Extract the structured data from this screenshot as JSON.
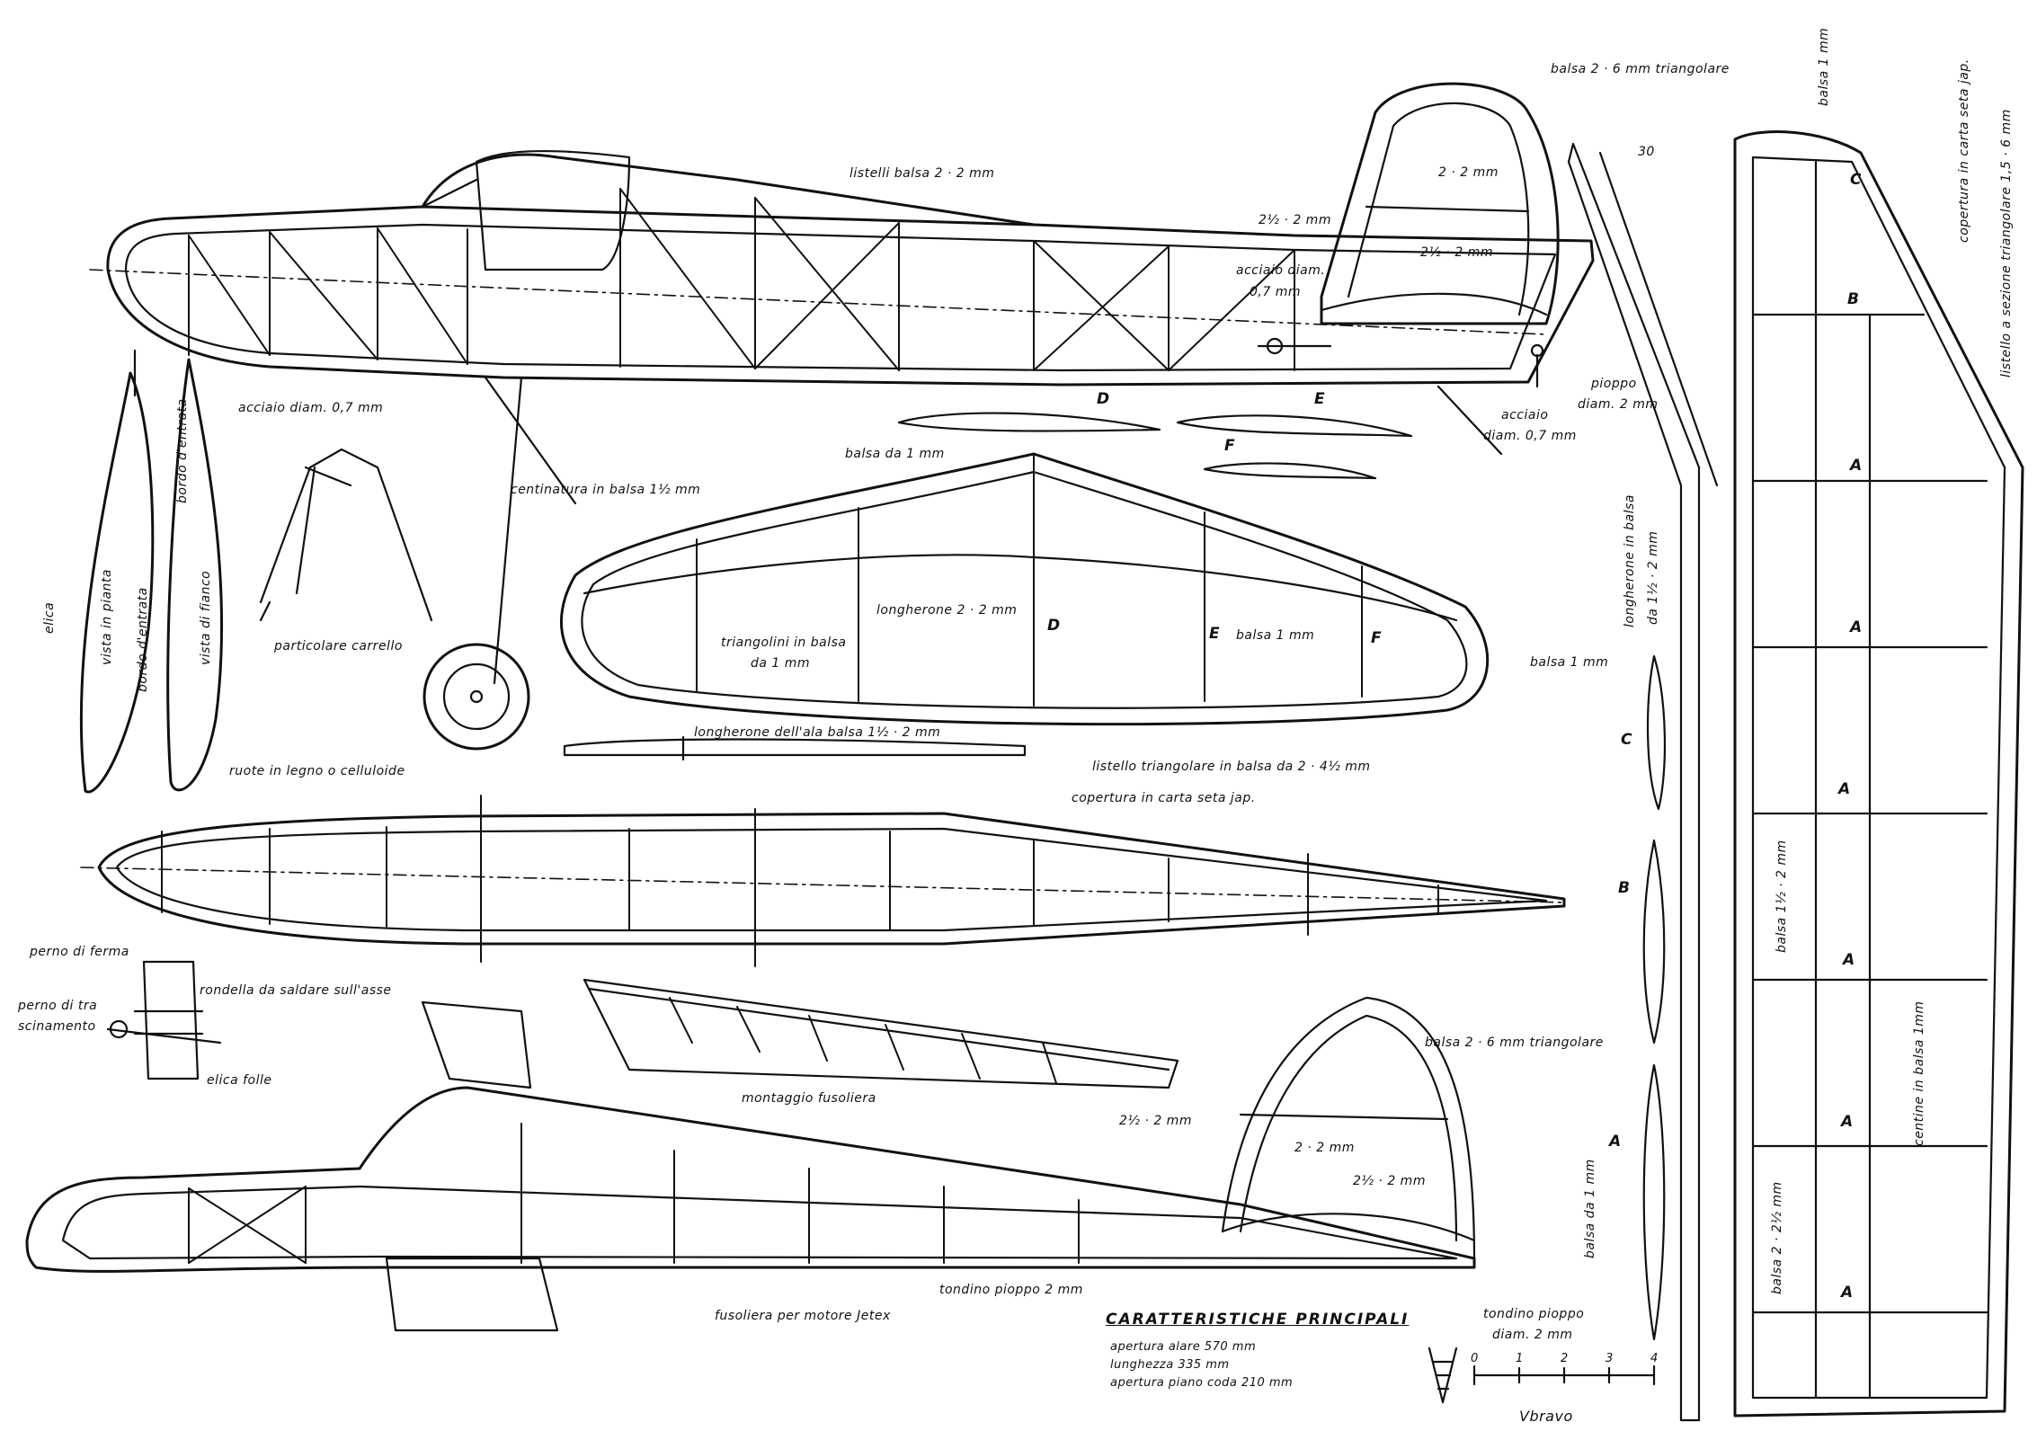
{
  "labels": {
    "balsa_tri_top": "balsa 2 · 6 mm triangolare",
    "listelli": "listelli balsa 2 · 2 mm",
    "tail_2x2": "2 · 2 mm",
    "tail_2half": "2½ · 2 mm",
    "tail_2half_b": "2½ · 2 mm",
    "acciaio_top_1": "acciaio diam.",
    "acciaio_top_2": "0,7 mm",
    "dim_30": "30",
    "pioppo_1": "pioppo",
    "pioppo_2": "diam. 2 mm",
    "acciaio_r1": "acciaio",
    "acciaio_r2": "diam. 0,7 mm",
    "acciaio_left": "acciaio diam. 0,7 mm",
    "sec_D": "D",
    "sec_E": "E",
    "sec_F": "F",
    "balsa_1": "balsa da 1 mm",
    "centinatura": "centinatura in balsa 1½ mm",
    "bordo_entrata_top": "bordo d'entrata",
    "elica": "elica",
    "vista_pianta": "vista in pianta",
    "bordo_entrata_mid": "bordo d'entrata",
    "vista_fianco": "vista di fianco",
    "particolare_carrello": "particolare carrello",
    "ruote": "ruote in legno o celluloide",
    "longherone_2x2": "longherone 2 · 2 mm",
    "triangolini_1": "triangolini in balsa",
    "triangolini_2": "da 1 mm",
    "wing_D": "D",
    "wing_E": "E",
    "balsa_1mm_wing": "balsa 1 mm",
    "wing_F": "F",
    "balsa_1mm_r": "balsa 1 mm",
    "longherone_ala": "longherone dell'ala balsa 1½ · 2 mm",
    "listello_tri": "listello triangolare in balsa da 2 · 4½ mm",
    "copertura_mid": "copertura in carta seta jap.",
    "perno_ferma": "perno di ferma",
    "perno_tra_1": "perno di tra",
    "perno_tra_2": "scinamento",
    "rondella": "rondella da saldare sull'asse",
    "elica_folle": "elica folle",
    "montaggio": "montaggio fusoliera",
    "balsa_tri_bot": "balsa 2 · 6 mm triangolare",
    "tail_bot_2half": "2½ · 2 mm",
    "tail_bot_2x2": "2 · 2 mm",
    "tail_bot_2half_b": "2½ · 2 mm",
    "fusoliera_jetex": "fusoliera per motore Jetex",
    "tondino_1": "tondino pioppo 2 mm",
    "tondino_2a": "tondino pioppo",
    "tondino_2b": "diam. 2 mm",
    "longherone_balsa_1": "longherone in balsa",
    "longherone_balsa_2": "da 1½ · 2 mm",
    "sec_C": "C",
    "sec_B": "B",
    "sec_A": "A",
    "balsa_da_1mm_v": "balsa da 1 mm",
    "balsa_1mm_top": "balsa 1 mm",
    "copertura_right": "copertura in carta seta jap.",
    "listello_right": "listello a sezione triangolare 1,5 · 6 mm",
    "panel_C": "C",
    "panel_B": "B",
    "panel_A": "A",
    "balsa_1half_v": "balsa 1½ · 2 mm",
    "centine_v": "centine in balsa 1mm",
    "balsa_2_2half_v": "balsa 2 · 2½ mm"
  },
  "specs": {
    "title": "CARATTERISTICHE PRINCIPALI",
    "line1": "apertura alare 570 mm",
    "line2": "lunghezza 335 mm",
    "line3": "apertura piano coda 210 mm"
  },
  "scale": [
    "0",
    "1",
    "2",
    "3",
    "4"
  ],
  "signature": "Vbravo"
}
